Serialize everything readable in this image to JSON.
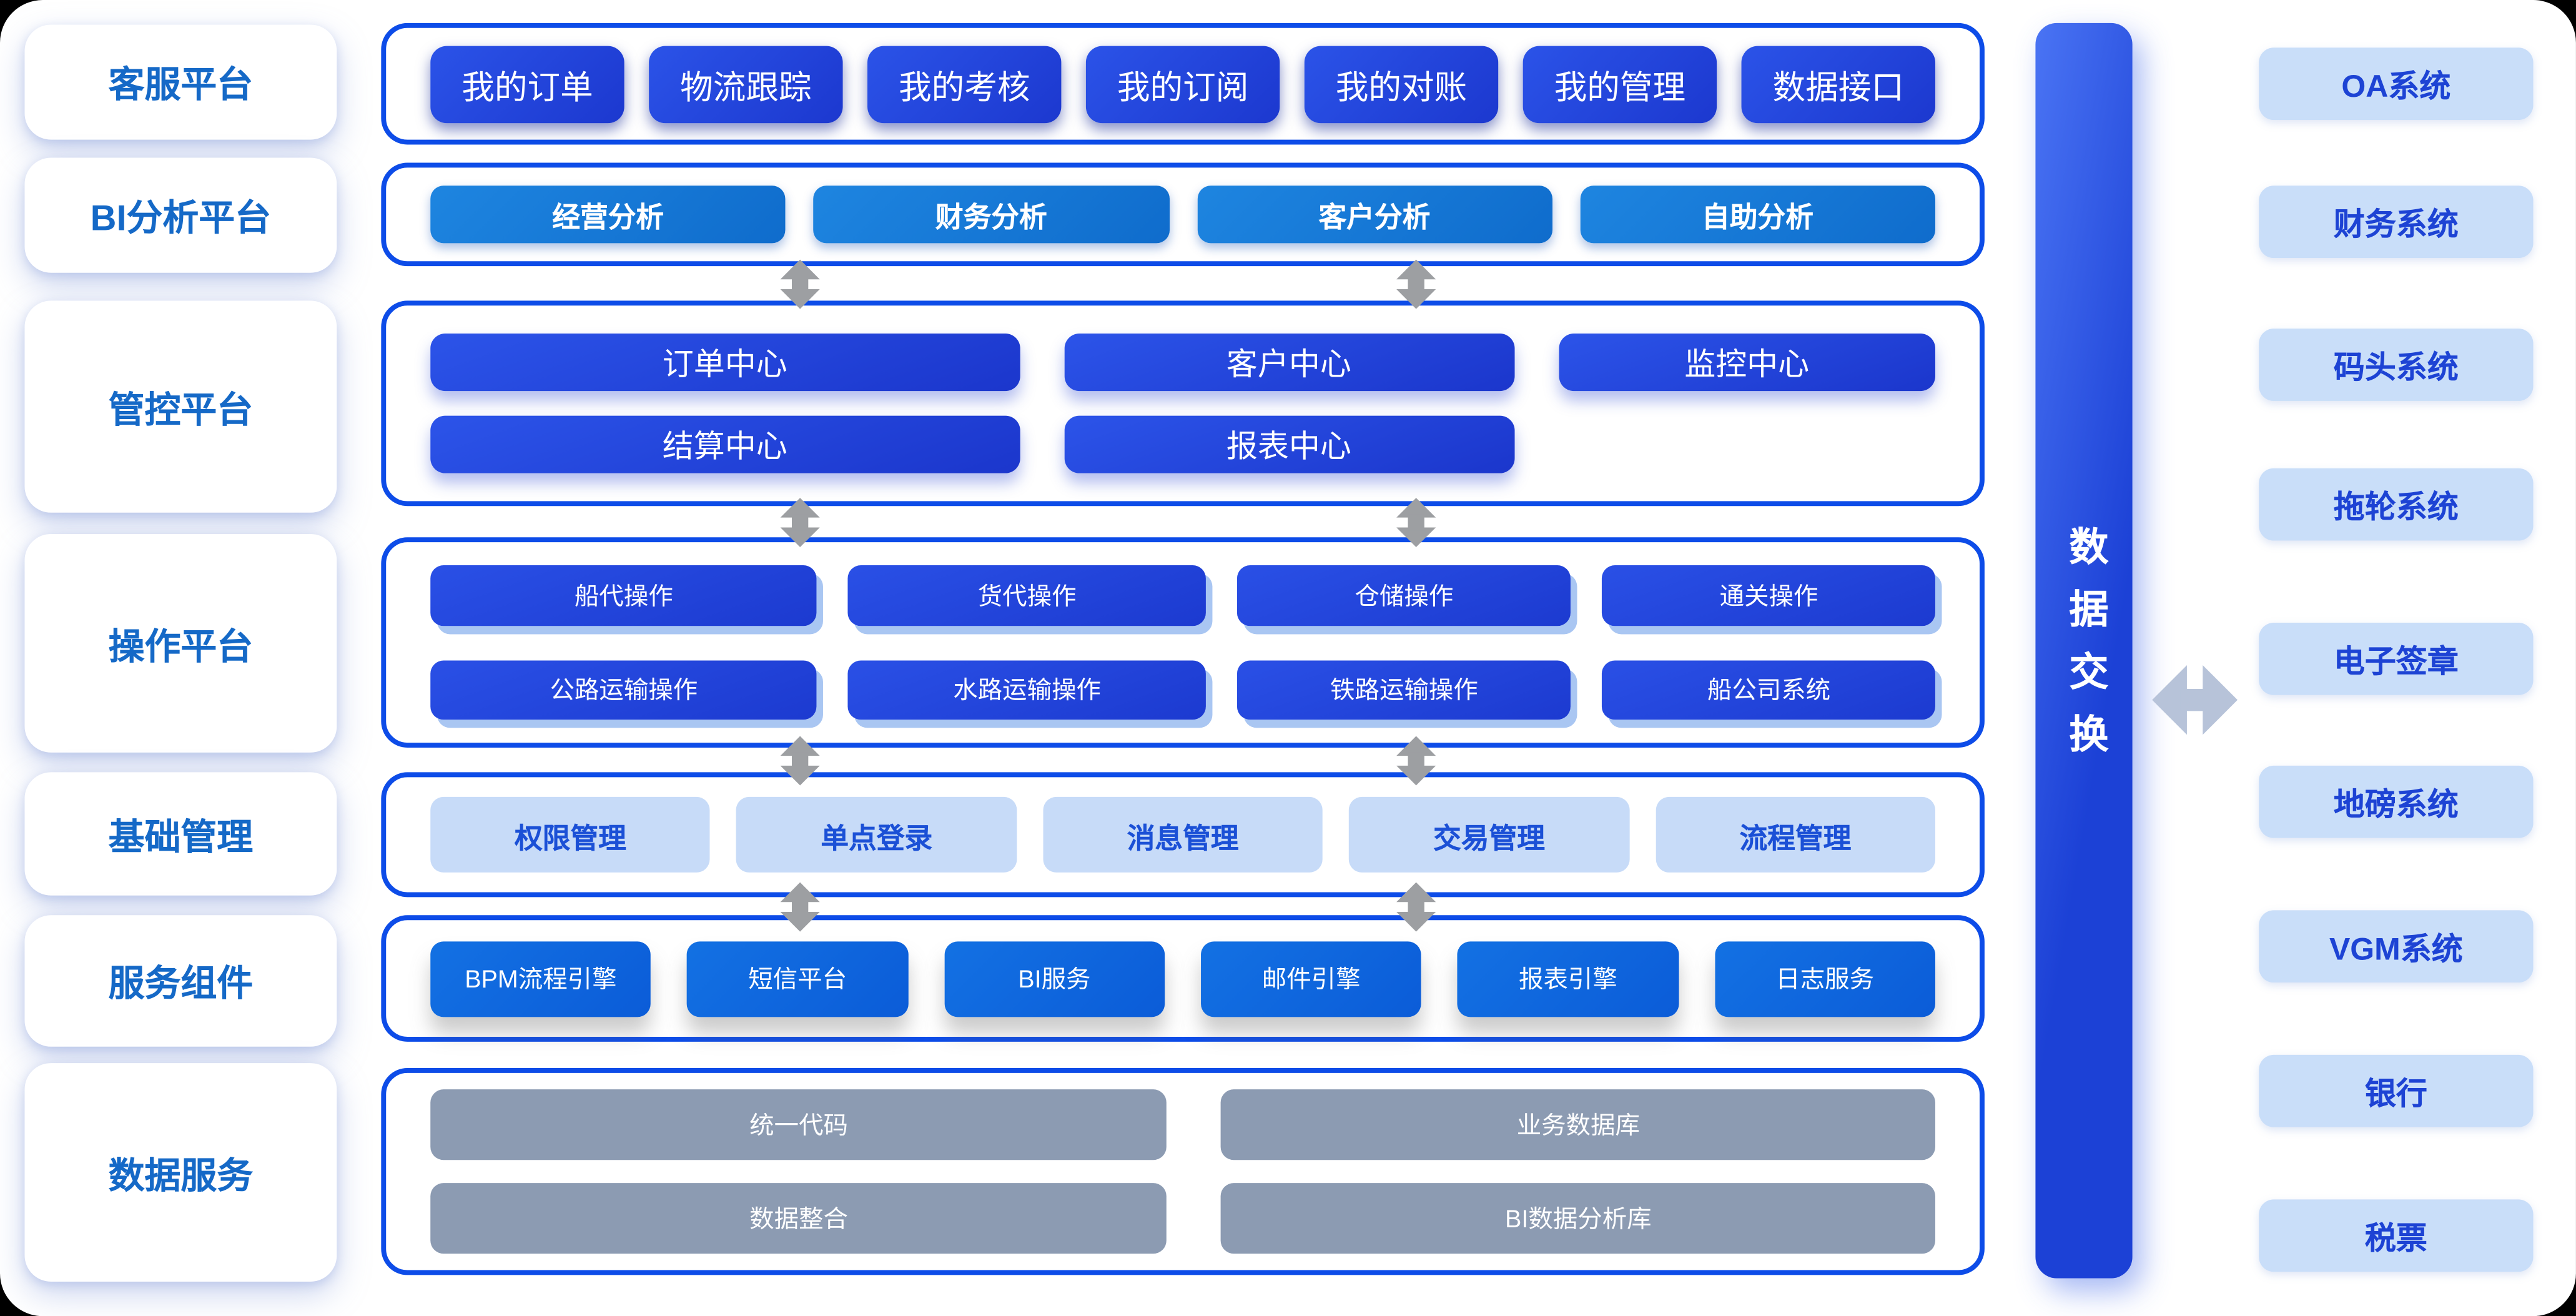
{
  "left_sidebar": {
    "items": [
      "客服平台",
      "BI分析平台",
      "管控平台",
      "操作平台",
      "基础管理",
      "服务组件",
      "数据服务"
    ]
  },
  "customer_row": {
    "buttons": [
      "我的订单",
      "物流跟踪",
      "我的考核",
      "我的订阅",
      "我的对账",
      "我的管理",
      "数据接口"
    ]
  },
  "bi_row": {
    "buttons": [
      "经营分析",
      "财务分析",
      "客户分析",
      "自助分析"
    ]
  },
  "control_row": {
    "buttons": [
      "订单中心",
      "客户中心",
      "监控中心",
      "结算中心",
      "报表中心"
    ]
  },
  "operation_row": {
    "buttons": [
      "船代操作",
      "货代操作",
      "仓储操作",
      "通关操作",
      "公路运输操作",
      "水路运输操作",
      "铁路运输操作",
      "船公司系统"
    ]
  },
  "base_row": {
    "buttons": [
      "权限管理",
      "单点登录",
      "消息管理",
      "交易管理",
      "流程管理"
    ]
  },
  "service_row": {
    "buttons": [
      "BPM流程引擎",
      "短信平台",
      "BI服务",
      "邮件引擎",
      "报表引擎",
      "日志服务"
    ]
  },
  "data_row": {
    "buttons": [
      "统一代码",
      "业务数据库",
      "数据整合",
      "BI数据分析库"
    ]
  },
  "exchange_bar": {
    "label": "数据交换"
  },
  "external_systems": {
    "items": [
      "OA系统",
      "财务系统",
      "码头系统",
      "拖轮系统",
      "电子签章",
      "地磅系统",
      "VGM系统",
      "银行",
      "税票"
    ]
  },
  "icons": {
    "vertical_arrows": "double-arrow-vertical",
    "horizontal_arrow": "double-arrow-horizontal"
  },
  "colors": {
    "page_bg": "#000000",
    "canvas_bg": "#ffffff",
    "box_border": "#0d4ce8",
    "button_navy": "#2448dd",
    "button_royal": "#2247e0",
    "button_bi_azure": "#157ad8",
    "button_service_azure": "#0e64de",
    "button_light_bg": "#c7dbf8",
    "button_light_text": "#1b50d6",
    "button_gray": "#8c9bb2",
    "sidebar_text": "#1569c7",
    "external_bg": "#c9def9",
    "external_text": "#1d43d4",
    "exchange_bar_blue": "#2450e2",
    "arrow_gray": "#9d9fa2",
    "arrow_steel": "#b7c3d9"
  }
}
